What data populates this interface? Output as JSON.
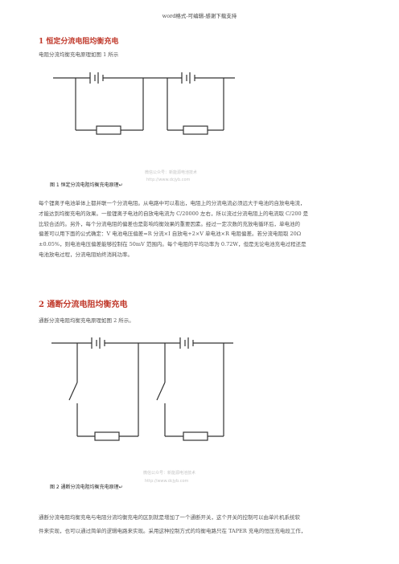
{
  "header": "word格式-可编辑-感谢下载支持",
  "section1": {
    "heading": "1 恒定分流电阻均衡充电",
    "intro": "电阻分流均衡充电原理如图 1 所示",
    "caption": "图 1 恒定分流电阻均衡充电原理↵",
    "watermark1": "微信公众号：新能源电池技术",
    "watermark2": "http://www.dcjyb.com",
    "lines": [
      "每个锂离子电池单体上都并联一个分流电阻。从电路中可以看出，电阻上的分流电流必须远大于电池的自放电电流，",
      "才能达到均衡充电的效果。一般锂离子电池的自放电电流为 C/20000 左右，所以流过分流电阻上的电流取 C/200 是",
      "比较合适的。另外，每个分流电阻的偏差也是影响均衡效果的重要因素。经过一定次数的充放电循环后，单电池的",
      "偏差可以用下面的公式确定：V 电池电压偏差=R 分流×I 自放电+2×V 单电池×R 电阻偏差。若分流电阻取 20Ω",
      "±0.05%，则电池电压偏差能够控制在 50mV 范围内。每个电阻的平均功率为 0.72W，但是无论电池充电过程还是",
      "电池放电过程，分流电阻始终消耗功率。"
    ]
  },
  "section2": {
    "heading": "2 通断分流电阻均衡充电",
    "intro": "通断分流电阻均衡充电原理如图 2 所示。",
    "caption": "图 2 通断分流电阻均衡充电原理↵",
    "watermark1": "微信公众号：新能源电池技术",
    "watermark2": "http://www.dcjyb.com",
    "lines": [
      "通断分流电阻均衡充电与电阻分流均衡充电的区别就是增加了一个通断开关，这个开关的控制可以由单片机系统软",
      "件来实现，也可以通过简单的逻辑电路来实现。采用这种控制方式的均衡电路只在 TAPER 充电的恒压充电段工作，"
    ]
  }
}
